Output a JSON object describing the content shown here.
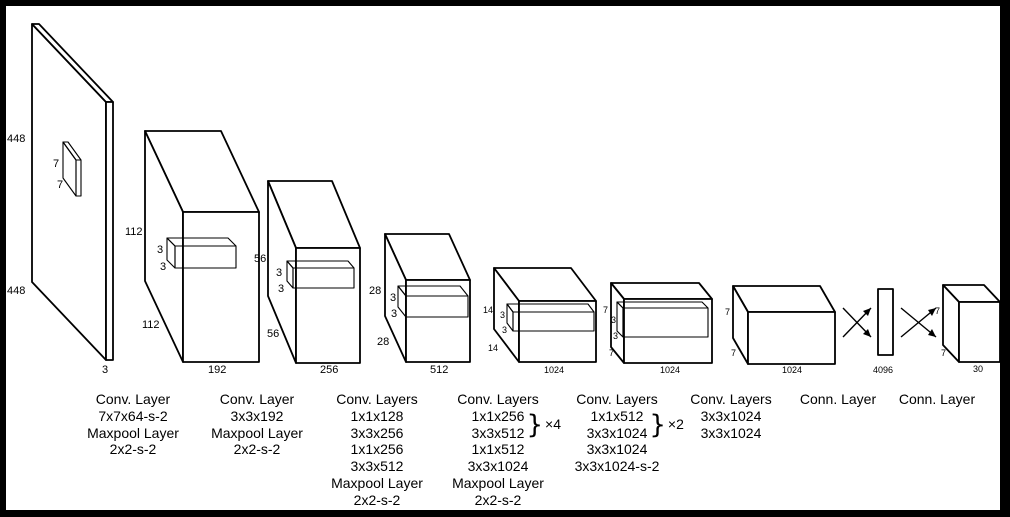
{
  "layers": [
    {
      "dims": {
        "height": "448",
        "width": "448",
        "depth": "3"
      },
      "kernel": {
        "a": "7",
        "b": "7"
      }
    },
    {
      "dims": {
        "height": "112",
        "width": "112",
        "depth": "192"
      },
      "kernel": {
        "a": "3",
        "b": "3"
      }
    },
    {
      "dims": {
        "height": "56",
        "width": "56",
        "depth": "256"
      },
      "kernel": {
        "a": "3",
        "b": "3"
      }
    },
    {
      "dims": {
        "height": "28",
        "width": "28",
        "depth": "512"
      },
      "kernel": {
        "a": "3",
        "b": "3"
      }
    },
    {
      "dims": {
        "height": "14",
        "width": "14",
        "depth": "1024"
      },
      "kernel": {
        "a": "3",
        "b": "3"
      }
    },
    {
      "dims": {
        "height": "7",
        "width": "7",
        "depth": "1024"
      },
      "kernel": {
        "a": "3",
        "b": "3"
      }
    },
    {
      "dims": {
        "height": "7",
        "width": "7",
        "depth": "1024"
      }
    },
    {
      "dims": {
        "depth": "4096"
      }
    },
    {
      "dims": {
        "height": "7",
        "width": "7",
        "depth": "30"
      }
    }
  ],
  "captions": [
    {
      "lines": [
        "Conv. Layer",
        "7x7x64-s-2",
        "Maxpool Layer",
        "2x2-s-2"
      ]
    },
    {
      "lines": [
        "Conv. Layer",
        "3x3x192",
        "Maxpool Layer",
        "2x2-s-2"
      ]
    },
    {
      "lines": [
        "Conv. Layers",
        "1x1x128",
        "3x3x256",
        "1x1x256",
        "3x3x512",
        "Maxpool Layer",
        "2x2-s-2"
      ]
    },
    {
      "lines": [
        "Conv. Layers",
        "1x1x256",
        "3x3x512",
        "1x1x512",
        "3x3x1024",
        "Maxpool Layer",
        "2x2-s-2"
      ],
      "repeat": "×4"
    },
    {
      "lines": [
        "Conv. Layers",
        "1x1x512",
        "3x3x1024",
        "3x3x1024",
        "3x3x1024-s-2"
      ],
      "repeat": "×2"
    },
    {
      "lines": [
        "Conv. Layers",
        "3x3x1024",
        "3x3x1024"
      ]
    },
    {
      "lines": [
        "Conn. Layer"
      ]
    },
    {
      "lines": [
        "Conn. Layer"
      ]
    }
  ]
}
